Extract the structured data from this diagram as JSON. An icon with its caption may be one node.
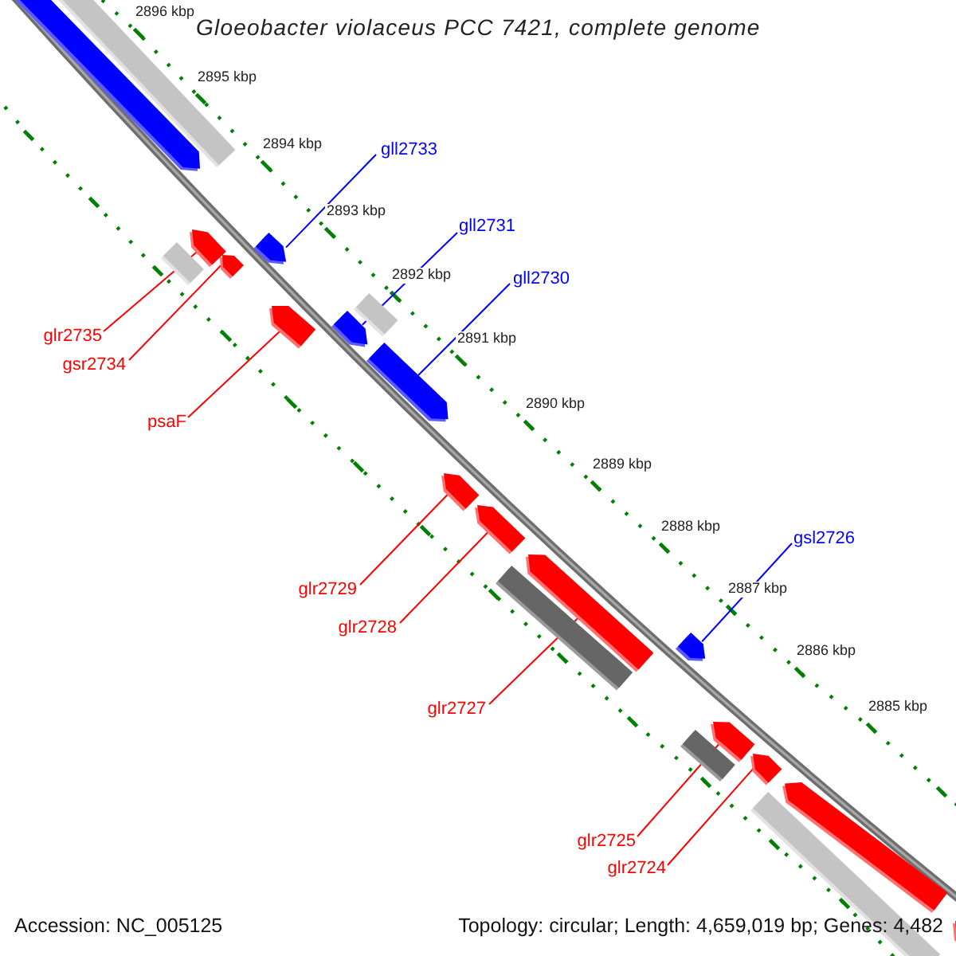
{
  "diagram": {
    "title": "Gloeobacter violaceus PCC 7421, complete genome",
    "nodes": [
      {
        "text": [
          "gll2733"
        ]
      },
      {
        "text": [
          "gll2731"
        ]
      },
      {
        "text": [
          "gll2730"
        ]
      },
      {
        "text": [
          "glr2735"
        ]
      },
      {
        "text": [
          "gsr2734"
        ]
      },
      {
        "text": [
          "psaF"
        ]
      },
      {
        "text": [
          "gsl2726"
        ]
      },
      {
        "text": [
          "glr2729"
        ]
      },
      {
        "text": [
          "glr2728"
        ]
      },
      {
        "text": [
          "glr2727"
        ]
      },
      {
        "text": [
          "glr2725"
        ]
      },
      {
        "text": [
          "glr2724"
        ]
      },
      {
        "text": [],
        "shape": "pentagon"
      },
      {
        "text": [],
        "shape": "bar"
      },
      {
        "text": [],
        "shape": "bar"
      },
      {
        "text": [],
        "shape": "pentagon"
      },
      {
        "text": [],
        "shape": "pentagon"
      },
      {
        "text": [],
        "shape": "pentagon"
      },
      {
        "text": [],
        "shape": "pentagon"
      },
      {
        "text": [],
        "shape": "bar"
      },
      {
        "text": [],
        "shape": "pentagon"
      },
      {
        "text": [],
        "shape": "pentagon"
      },
      {
        "text": [],
        "shape": "pentagon"
      },
      {
        "text": [],
        "shape": "pentagon"
      },
      {
        "text": [],
        "shape": "pentagon"
      },
      {
        "text": [],
        "shape": "bar"
      },
      {
        "text": [],
        "shape": "pentagon"
      },
      {
        "text": [],
        "shape": "pentagon"
      },
      {
        "text": [],
        "shape": "bar"
      },
      {
        "text": [],
        "shape": "pentagon"
      },
      {
        "text": [],
        "shape": "pentagon"
      },
      {
        "text": [],
        "shape": "bar"
      },
      {
        "text": [],
        "shape": "pentagon"
      }
    ],
    "edges": [
      {
        "from": 0,
        "to": 17,
        "arrow": "none",
        "color": "#0000ff"
      },
      {
        "from": 1,
        "to": 20,
        "arrow": "none",
        "color": "#0000ff"
      },
      {
        "from": 2,
        "to": 21,
        "arrow": "none",
        "color": "#0000ff"
      },
      {
        "from": 3,
        "to": 15,
        "arrow": "none"
      },
      {
        "from": 4,
        "to": 16,
        "arrow": "none"
      },
      {
        "from": 5,
        "to": 18,
        "arrow": "none"
      },
      {
        "from": 6,
        "to": 26,
        "arrow": "none",
        "color": "#0000ff"
      },
      {
        "from": 7,
        "to": 22,
        "arrow": "none"
      },
      {
        "from": 8,
        "to": 23,
        "arrow": "none"
      },
      {
        "from": 9,
        "to": 24,
        "arrow": "none"
      },
      {
        "from": 10,
        "to": 27,
        "arrow": "none"
      },
      {
        "from": 11,
        "to": 29,
        "arrow": "none"
      }
    ],
    "labels": [
      "2896 kbp",
      "2895 kbp",
      "2894 kbp",
      "2893 kbp",
      "2892 kbp",
      "2891 kbp",
      "2890 kbp",
      "2889 kbp",
      "2888 kbp",
      "2887 kbp",
      "2886 kbp",
      "2885 kbp",
      "Accession: NC_005125",
      "Topology: circular; Length: 4,659,019 bp; Genes: 4,482"
    ]
  }
}
